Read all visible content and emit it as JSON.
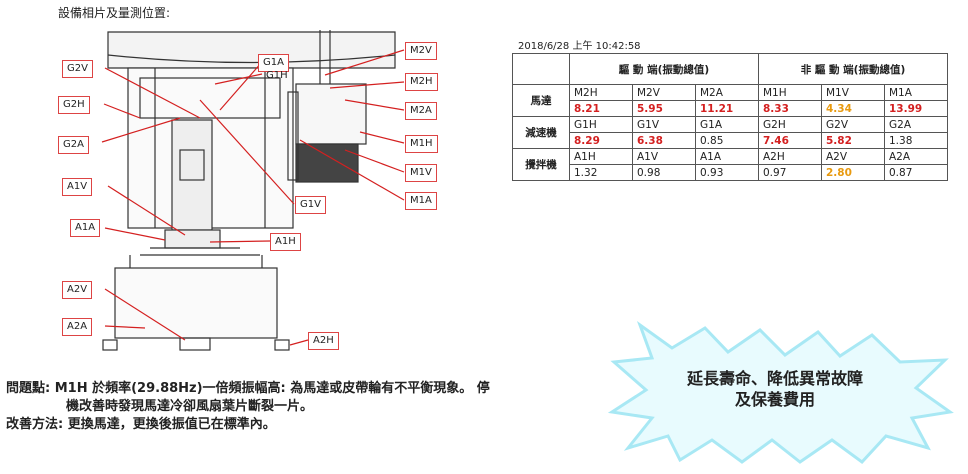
{
  "heading": "設備相片及量測位置:",
  "timestamp": "2018/6/28  上午  10:42:58",
  "table": {
    "groups": [
      "驅 動 端(振動總值)",
      "非 驅 動 端(振動總值)"
    ],
    "rows": [
      {
        "label": "馬達",
        "cells": [
          {
            "name": "M2H",
            "value": "8.21",
            "color": "red"
          },
          {
            "name": "M2V",
            "value": "5.95",
            "color": "red"
          },
          {
            "name": "M2A",
            "value": "11.21",
            "color": "red"
          },
          {
            "name": "M1H",
            "value": "8.33",
            "color": "red"
          },
          {
            "name": "M1V",
            "value": "4.34",
            "color": "orange"
          },
          {
            "name": "M1A",
            "value": "13.99",
            "color": "red"
          }
        ]
      },
      {
        "label": "減速機",
        "cells": [
          {
            "name": "G1H",
            "value": "8.29",
            "color": "red"
          },
          {
            "name": "G1V",
            "value": "6.38",
            "color": "red"
          },
          {
            "name": "G1A",
            "value": "0.85",
            "color": "normal"
          },
          {
            "name": "G2H",
            "value": "7.46",
            "color": "red"
          },
          {
            "name": "G2V",
            "value": "5.82",
            "color": "red"
          },
          {
            "name": "G2A",
            "value": "1.38",
            "color": "normal"
          }
        ]
      },
      {
        "label": "攪拌機",
        "cells": [
          {
            "name": "A1H",
            "value": "1.32",
            "color": "normal"
          },
          {
            "name": "A1V",
            "value": "0.98",
            "color": "normal"
          },
          {
            "name": "A1A",
            "value": "0.93",
            "color": "normal"
          },
          {
            "name": "A2H",
            "value": "0.97",
            "color": "normal"
          },
          {
            "name": "A2V",
            "value": "2.80",
            "color": "orange"
          },
          {
            "name": "A2A",
            "value": "0.87",
            "color": "normal"
          }
        ]
      }
    ]
  },
  "tags": [
    "G2V",
    "G1A",
    "G1H",
    "G2H",
    "G2A",
    "A1V",
    "A1A",
    "A2V",
    "A2A",
    "M2V",
    "M2H",
    "M2A",
    "M1H",
    "M1V",
    "M1A",
    "G1V",
    "A1H",
    "A2H"
  ],
  "problem_line1": "問題點:  M1H 於頻率(29.88Hz)一倍頻振幅高: 為馬達或皮帶輪有不平衡現象。 停",
  "problem_line2": "機改善時發現馬達冷卻風扇葉片斷裂一片。",
  "improvement": "改善方法: 更換馬達，更換後振值已在標準內。",
  "benefit_line1": "延長壽命、降低異常故障",
  "benefit_line2": "及保養費用",
  "colors": {
    "red": "#d42020",
    "orange": "#e89a10",
    "burst": "#a8e8f4"
  }
}
